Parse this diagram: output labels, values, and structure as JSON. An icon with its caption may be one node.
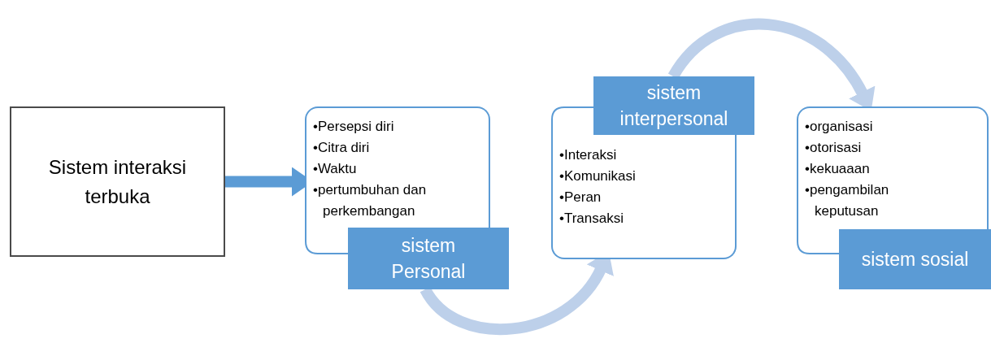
{
  "diagram": {
    "nodes": [
      {
        "text": [
          "Sistem interaksi terbuka"
        ]
      },
      {
        "text": [
          "•Persepsi diri",
          "•Citra diri",
          "•Waktu",
          "•pertumbuhan dan perkembangan"
        ]
      },
      {
        "text": [
          "sistem Personal"
        ]
      },
      {
        "text": [
          "•Interaksi",
          "•Komunikasi",
          "•Peran",
          "•Transaksi"
        ]
      },
      {
        "text": [
          "sistem interpersonal"
        ]
      },
      {
        "text": [
          "•organisasi",
          "•otorisasi",
          "•kekuaaan",
          "•pengambilan keputusan"
        ]
      },
      {
        "text": [
          "sistem sosial"
        ]
      }
    ],
    "edges": [
      {
        "from": 0,
        "to": 1,
        "arrow": "to",
        "color": "#5b9bd5"
      },
      {
        "from": 2,
        "to": 3,
        "arrow": "to",
        "color": "#bdd0ea"
      },
      {
        "from": 4,
        "to": 5,
        "arrow": "to",
        "color": "#bdd0ea"
      }
    ]
  }
}
